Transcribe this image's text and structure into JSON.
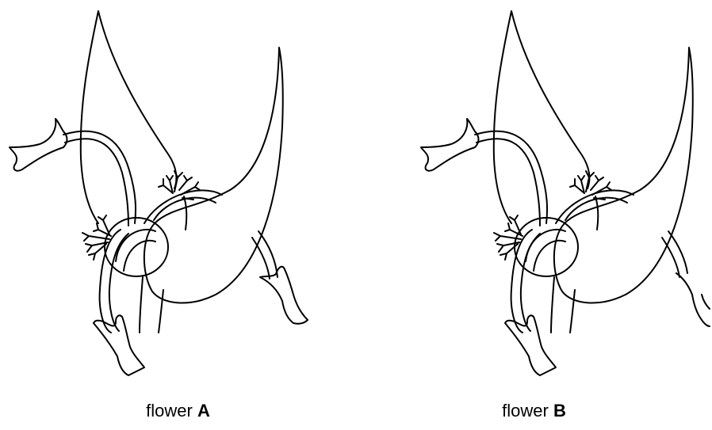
{
  "figures": [
    {
      "caption_prefix": "flower ",
      "caption_letter": "A"
    },
    {
      "caption_prefix": "flower ",
      "caption_letter": "B"
    }
  ]
}
